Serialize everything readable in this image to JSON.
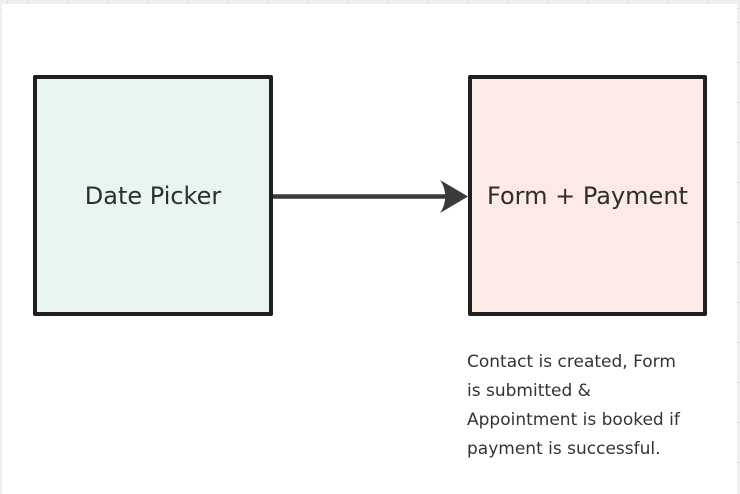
{
  "diagram": {
    "nodes": [
      {
        "label": "Date Picker",
        "fill": "#e9f5f1",
        "border": "#1f1f1f"
      },
      {
        "label": "Form + Payment",
        "fill": "#fdeae7",
        "border": "#1f1f1f"
      }
    ],
    "connector": {
      "from": "Date Picker",
      "to": "Form + Payment",
      "direction": "right",
      "color": "#3a3a3a"
    },
    "annotation": {
      "text": "Contact is created, Form is submitted & Appointment is booked if payment is successful.",
      "lines": [
        "Contact is created, Form",
        "is submitted &",
        "Appointment is booked if",
        "payment is successful."
      ],
      "color": "#333333"
    },
    "colors": {
      "board_background": "#ffffff",
      "canvas_background": "#efefef",
      "grid_line": "#e0e0e0",
      "node_text": "#2e2e2e"
    }
  }
}
